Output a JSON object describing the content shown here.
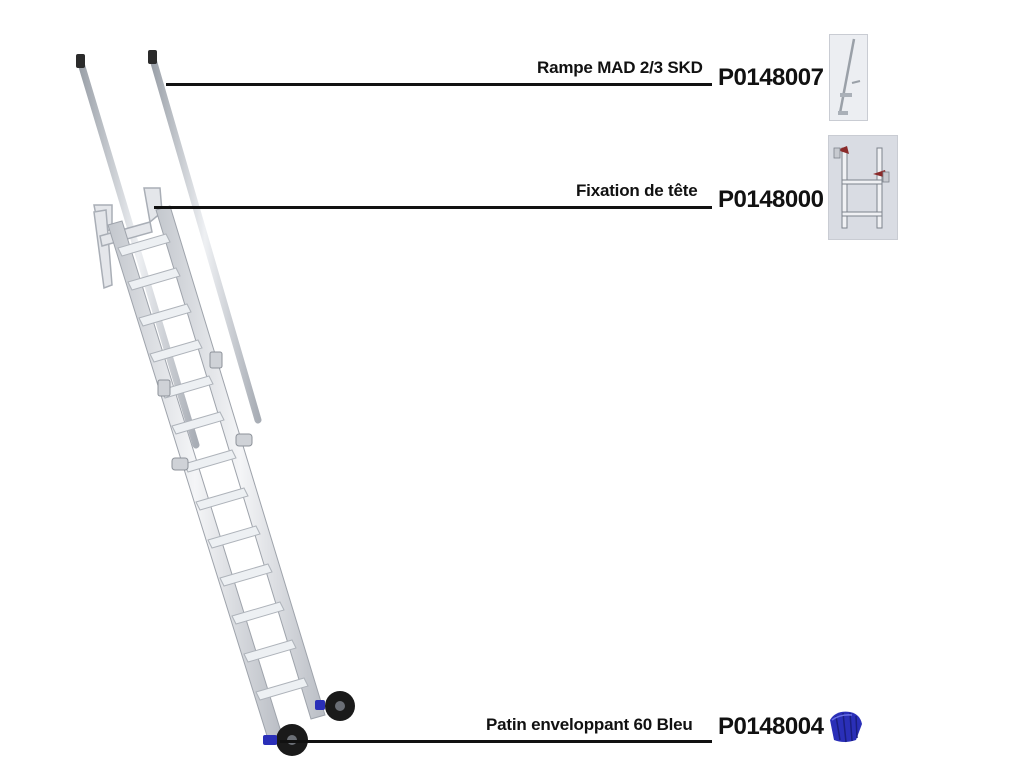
{
  "parts": [
    {
      "name": "Rampe MAD 2/3 SKD",
      "code": "P0148007",
      "thumbnail_icon": "handrail-thumbnail-icon"
    },
    {
      "name": "Fixation de tête",
      "code": "P0148000",
      "thumbnail_icon": "head-fixing-thumbnail-icon"
    },
    {
      "name": "Patin enveloppant 60 Bleu",
      "code": "P0148004",
      "thumbnail_icon": "blue-foot-pad-icon",
      "color": "#2a2fb8"
    }
  ],
  "illustration": {
    "icon": "mobile-ladder-icon",
    "metal_color": "#d4d7dc",
    "wheel_color": "#1a1a1a",
    "accent_color": "#2a2fb8"
  }
}
